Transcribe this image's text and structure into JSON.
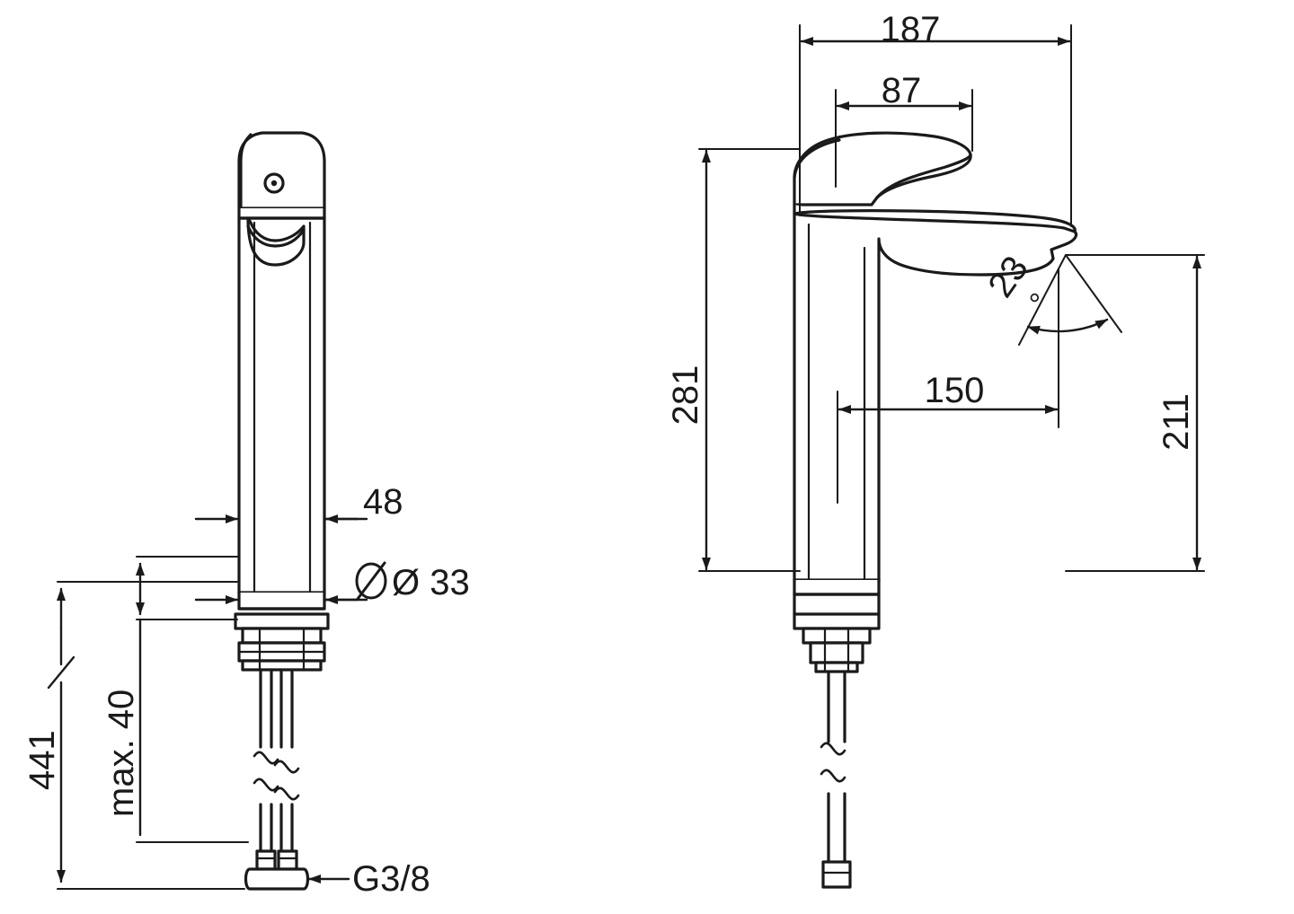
{
  "drawing": {
    "title": "Single-lever basin mixer technical dimension drawing",
    "units": "mm",
    "line_color": "#1a1a1a",
    "fill_color": "#ffffff",
    "views": [
      {
        "name": "front-view",
        "position": "left"
      },
      {
        "name": "side-view",
        "position": "right"
      }
    ]
  },
  "dimensions": {
    "left_view": [
      {
        "id": "spout-width-48",
        "label": "48"
      },
      {
        "id": "body-diameter-33",
        "label": "Ø 33"
      },
      {
        "id": "overall-height-441",
        "label": "441"
      },
      {
        "id": "max-deck-thickness-40",
        "label": "max. 40"
      },
      {
        "id": "connection-thread",
        "label": "G3/8"
      }
    ],
    "right_view": [
      {
        "id": "overall-depth-187",
        "label": "187"
      },
      {
        "id": "lever-depth-87",
        "label": "87"
      },
      {
        "id": "overall-height-281",
        "label": "281"
      },
      {
        "id": "spout-projection-150",
        "label": "150"
      },
      {
        "id": "spout-height-211",
        "label": "211"
      },
      {
        "id": "spout-angle-23",
        "label": "23"
      },
      {
        "id": "spout-angle-unit",
        "label": "°"
      }
    ]
  }
}
